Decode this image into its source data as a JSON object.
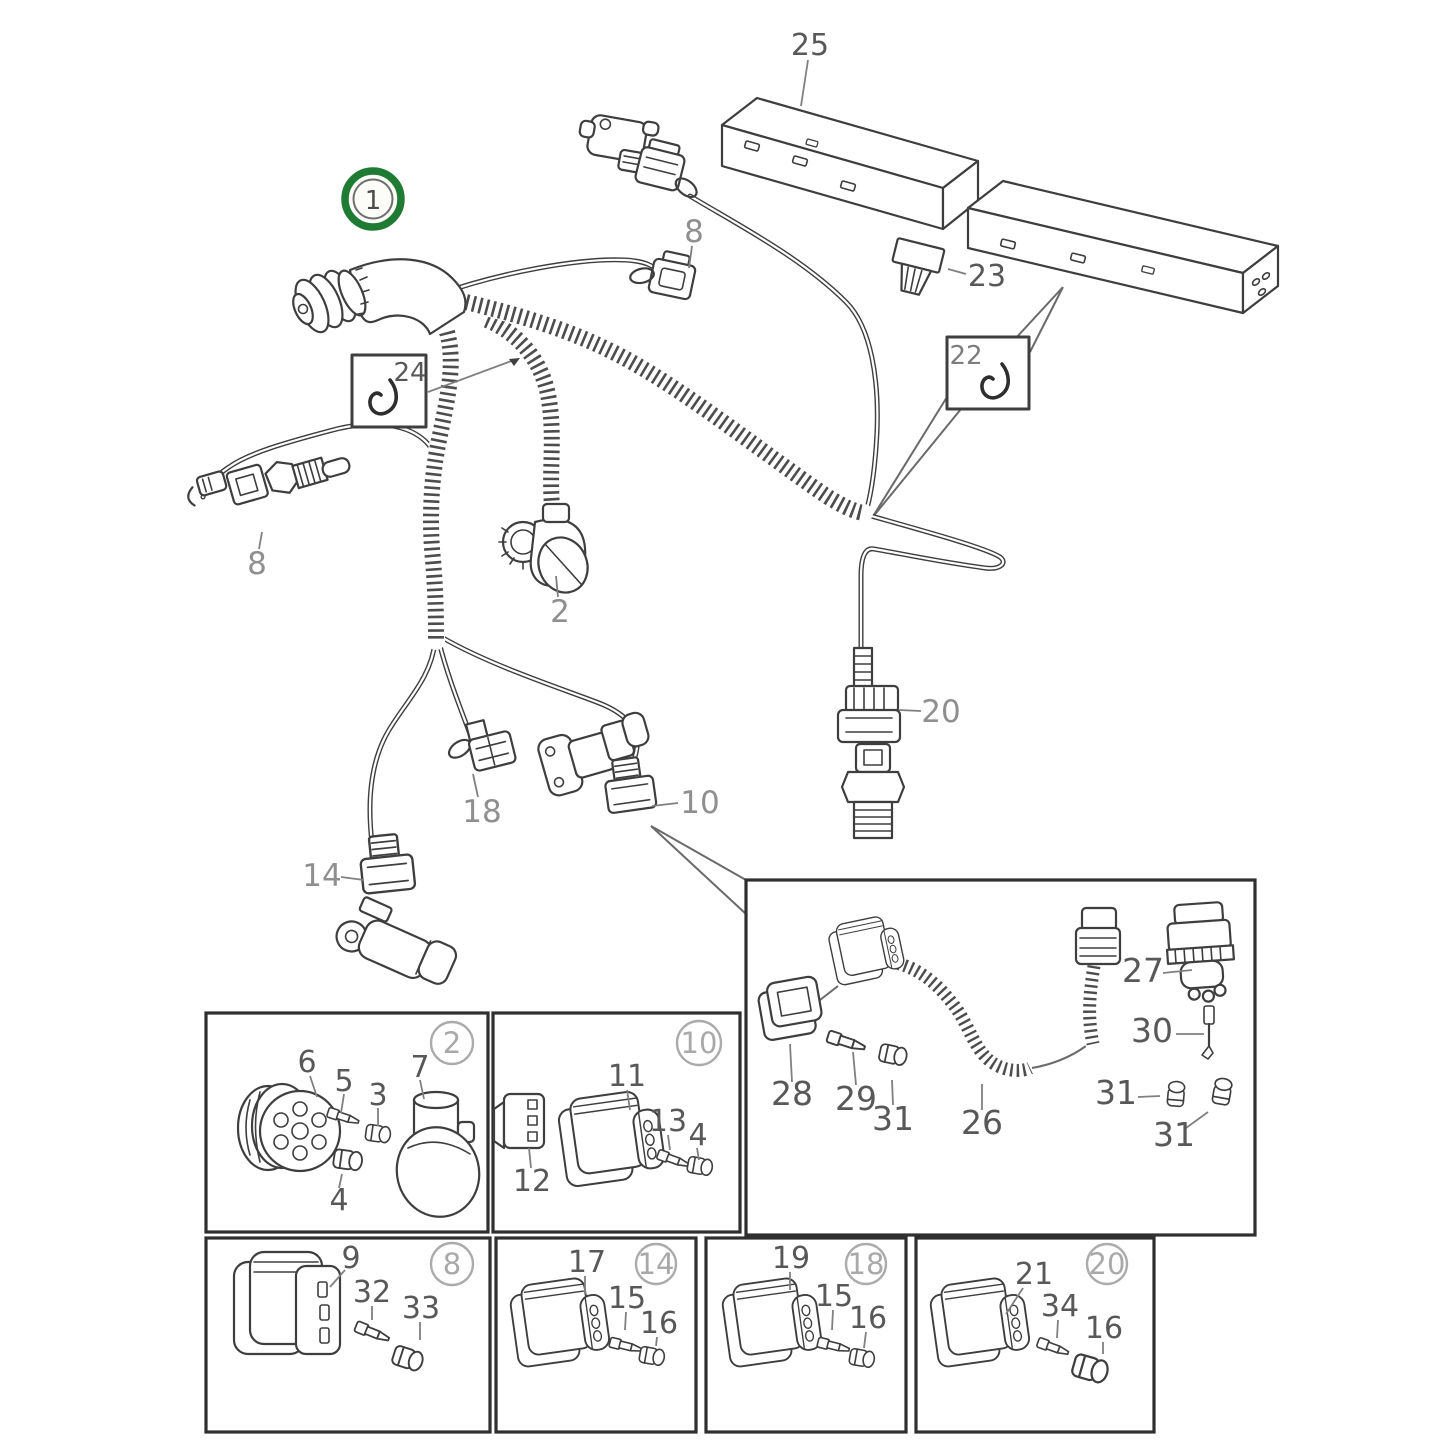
{
  "palette": {
    "background": "#ffffff",
    "line": "#3e3e3e",
    "label_gray": "#8f8f8f",
    "label_dark": "#585858",
    "badge_gray": "#a9a9a9",
    "highlight_green": "#1f7b33"
  },
  "selected_item": {
    "label": "1"
  },
  "labels": {
    "n1": "1",
    "n2": "2",
    "n3": "3",
    "n4": "4",
    "n5": "5",
    "n6": "6",
    "n7": "7",
    "n8": "8",
    "n9": "9",
    "n10": "10",
    "n11": "11",
    "n12": "12",
    "n13": "13",
    "n14": "14",
    "n15": "15",
    "n16": "16",
    "n17": "17",
    "n18": "18",
    "n19": "19",
    "n20": "20",
    "n21": "21",
    "n22": "22",
    "n23": "23",
    "n24": "24",
    "n25": "25",
    "n26": "26",
    "n27": "27",
    "n28": "28",
    "n29": "29",
    "n30": "30",
    "n31": "31",
    "n32": "32",
    "n33": "33",
    "n34": "34"
  },
  "main_view_callouts": [
    "1",
    "25",
    "23",
    "8",
    "24",
    "22",
    "2",
    "8",
    "18",
    "10",
    "14",
    "20"
  ],
  "insets": {
    "box_2": {
      "badge": "2",
      "part_numbers": [
        "6",
        "5",
        "3",
        "7",
        "4"
      ]
    },
    "box_10": {
      "badge": "10",
      "part_numbers": [
        "12",
        "11",
        "13",
        "4"
      ]
    },
    "box_detail_right": {
      "badge": "",
      "part_numbers": [
        "28",
        "29",
        "31",
        "26",
        "27",
        "30",
        "31",
        "31"
      ]
    },
    "box_8": {
      "badge": "8",
      "part_numbers": [
        "9",
        "32",
        "33"
      ]
    },
    "box_14": {
      "badge": "14",
      "part_numbers": [
        "17",
        "15",
        "16"
      ]
    },
    "box_18": {
      "badge": "18",
      "part_numbers": [
        "19",
        "15",
        "16"
      ]
    },
    "box_20": {
      "badge": "20",
      "part_numbers": [
        "21",
        "34",
        "16"
      ]
    }
  }
}
